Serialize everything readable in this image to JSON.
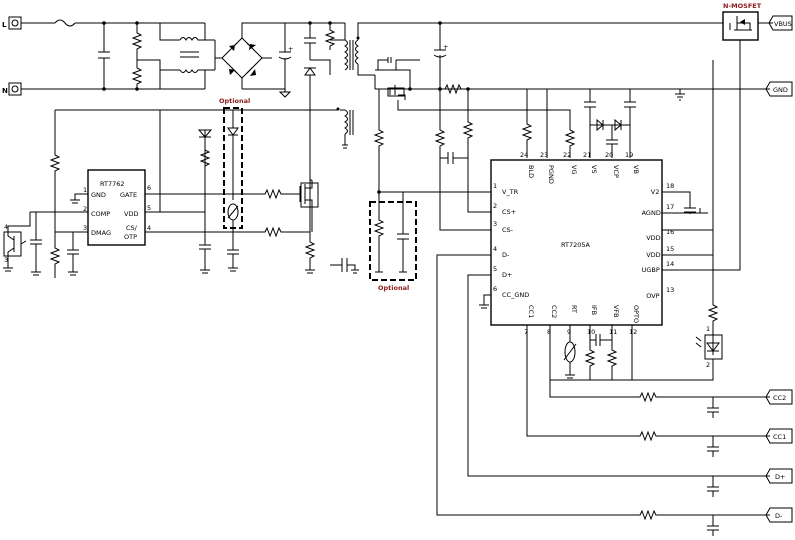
{
  "terminals": {
    "line": "L",
    "neutral": "N",
    "vbus": "VBUS",
    "gnd": "GND",
    "cc2": "CC2",
    "cc1": "CC1",
    "dplus": "D+",
    "dminus": "D-"
  },
  "labels": {
    "nmosfet": "N-MOSFET",
    "optional_top": "Optional",
    "optional_bottom": "Optional"
  },
  "ic1": {
    "name": "RT7762",
    "pins": [
      {
        "num": "1",
        "name": "GND"
      },
      {
        "num": "2",
        "name": "COMP"
      },
      {
        "num": "3",
        "name": "DMAG"
      },
      {
        "num": "6",
        "name": "GATE"
      },
      {
        "num": "5",
        "name": "VDD"
      },
      {
        "num": "4",
        "name": "CS/"
      },
      {
        "num": "",
        "name": "OTP"
      }
    ]
  },
  "ic2": {
    "name": "RT7205A",
    "top_pins": [
      {
        "num": "24",
        "name": "BLD"
      },
      {
        "num": "23",
        "name": "PGND"
      },
      {
        "num": "22",
        "name": "VG"
      },
      {
        "num": "21",
        "name": "VS"
      },
      {
        "num": "20",
        "name": "VCP"
      },
      {
        "num": "19",
        "name": "VB"
      }
    ],
    "left_pins": [
      {
        "num": "1",
        "name": "V_TR"
      },
      {
        "num": "2",
        "name": "CS+"
      },
      {
        "num": "3",
        "name": "CS-"
      },
      {
        "num": "4",
        "name": "D-"
      },
      {
        "num": "5",
        "name": "D+"
      },
      {
        "num": "6",
        "name": "CC_GND"
      }
    ],
    "right_pins": [
      {
        "num": "18",
        "name": "V2"
      },
      {
        "num": "17",
        "name": "AGND"
      },
      {
        "num": "16",
        "name": "VDD"
      },
      {
        "num": "15",
        "name": "VDD"
      },
      {
        "num": "14",
        "name": "UGBP"
      },
      {
        "num": "13",
        "name": "OVP"
      }
    ],
    "bottom_pins": [
      {
        "num": "7",
        "name": "CC1"
      },
      {
        "num": "8",
        "name": "CC2"
      },
      {
        "num": "9",
        "name": "RT"
      },
      {
        "num": "10",
        "name": "IFB"
      },
      {
        "num": "11",
        "name": "VFB"
      },
      {
        "num": "12",
        "name": "OPTO"
      }
    ]
  },
  "opto_pins": {
    "left": [
      "4",
      "3"
    ],
    "right": [
      "1",
      "2"
    ]
  }
}
